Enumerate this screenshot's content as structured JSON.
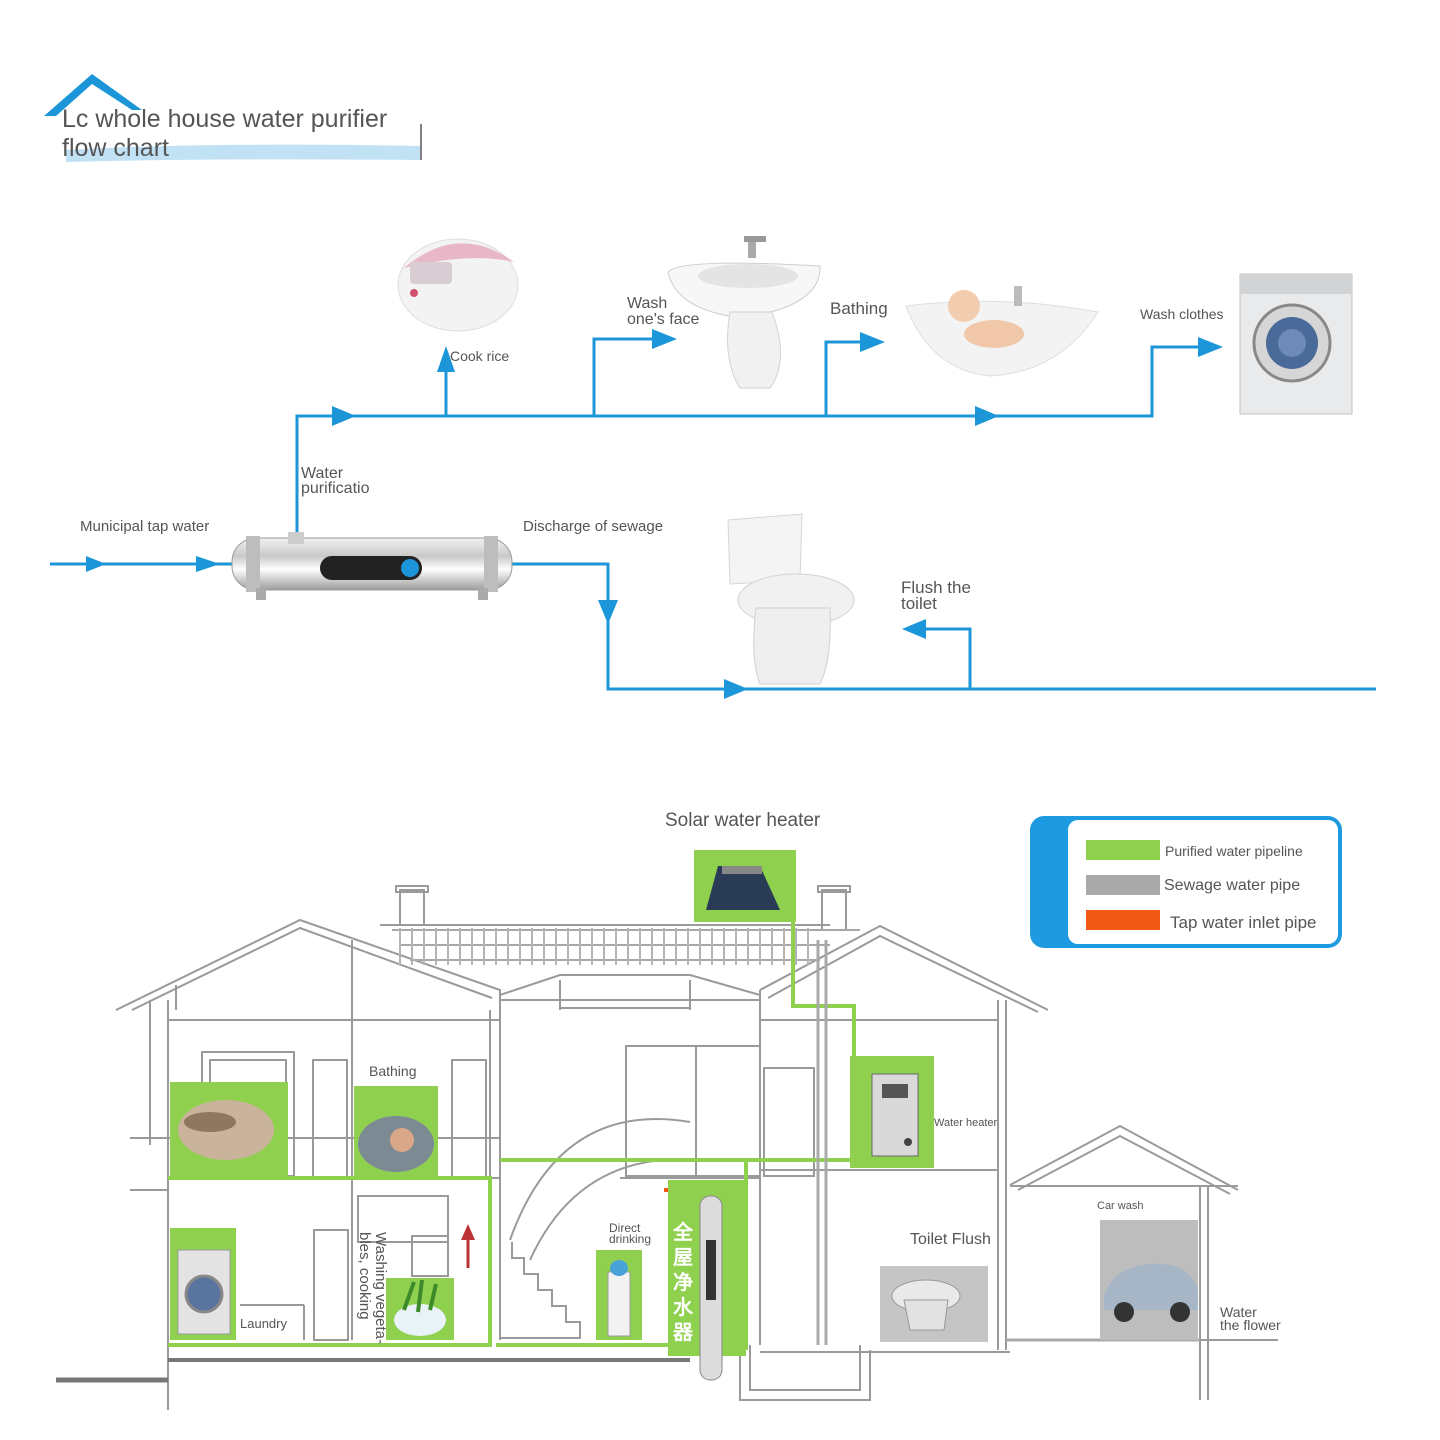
{
  "title": {
    "line1": "Lc whole house water purifier",
    "line2": "flow chart"
  },
  "flow": {
    "municipal": "Municipal tap water",
    "purification": {
      "line1": "Water",
      "line2": "purificatio"
    },
    "discharge": "Discharge of sewage",
    "cook_rice": "Cook rice",
    "wash_face": {
      "line1": "Wash",
      "line2": "one's face"
    },
    "bathing": "Bathing",
    "wash_clothes": "Wash clothes",
    "flush": {
      "line1": "Flush the",
      "line2": "toilet"
    }
  },
  "house": {
    "solar": "Solar water heater",
    "bathing": "Bathing",
    "water_heater": "Water heater",
    "car_wash": "Car wash",
    "toilet_flush": "Toilet Flush",
    "water_flower": {
      "line1": "Water",
      "line2": "the flower"
    },
    "direct": {
      "line1": "Direct",
      "line2": "drinking"
    },
    "laundry": "Laundry",
    "washing_veg": {
      "line1": "Washing vegeta-",
      "line2": "bles, cooking"
    },
    "purifier_cn": "全屋净水器"
  },
  "legend": {
    "items": [
      {
        "label": "Purified water pipeline",
        "color": "#8fd14f"
      },
      {
        "label": "Sewage water pipe",
        "color": "#a9a9a9"
      },
      {
        "label": "Tap water inlet pipe",
        "color": "#f05a14"
      }
    ]
  },
  "colors": {
    "flow_line": "#1c96d8",
    "roof_icon": "#1c96d8",
    "house_line": "#9a9a9a",
    "green_pipe": "#8fd14f"
  },
  "icons": [
    "house-roof-icon",
    "rice-cooker-icon",
    "sink-icon",
    "baby-bath-icon",
    "washing-machine-icon",
    "purifier-tube-icon",
    "toilet-icon",
    "solar-panel-icon",
    "water-heater-icon",
    "car-icon",
    "water-dispenser-icon"
  ]
}
